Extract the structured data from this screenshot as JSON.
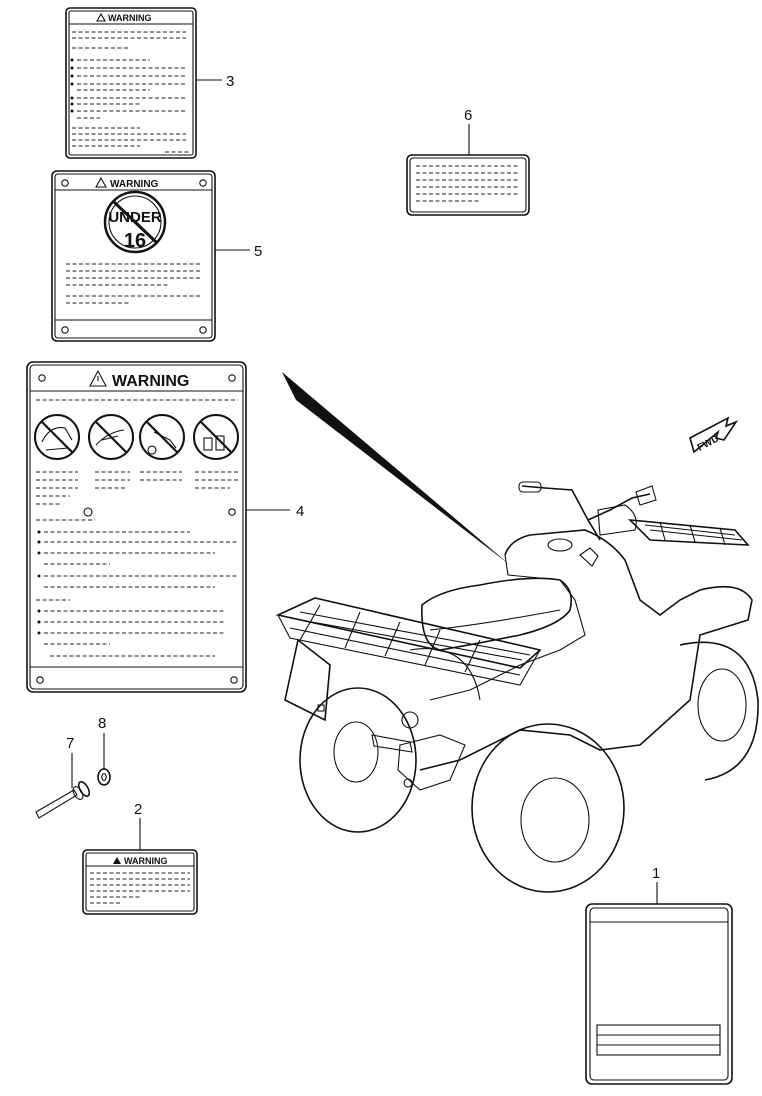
{
  "parts": [
    {
      "number": "1",
      "name": "label-1"
    },
    {
      "number": "2",
      "name": "label-2",
      "header": "WARNING"
    },
    {
      "number": "3",
      "name": "label-3",
      "header": "WARNING"
    },
    {
      "number": "4",
      "name": "label-4",
      "header": "WARNING"
    },
    {
      "number": "5",
      "name": "label-5",
      "header": "WARNING",
      "badge_top": "UNDER",
      "badge_bottom": "16"
    },
    {
      "number": "6",
      "name": "label-6"
    },
    {
      "number": "7",
      "name": "rivet"
    },
    {
      "number": "8",
      "name": "washer"
    }
  ],
  "fwd_label": "FWD",
  "colors": {
    "ink": "#111111",
    "background": "#ffffff"
  }
}
